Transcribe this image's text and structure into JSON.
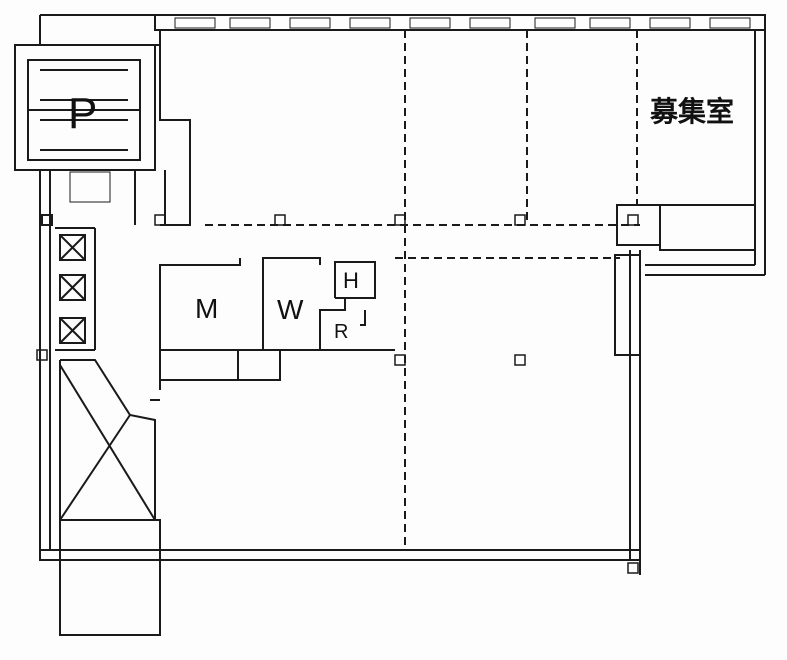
{
  "title": "Floor plan",
  "labels": {
    "parking": "P",
    "vacancy": "募集室",
    "men_restroom": "M",
    "women_restroom": "W",
    "hot_water_room": "H",
    "r_room": "R"
  },
  "colors": {
    "line": "#1a1a1a",
    "background": "#fdfdfd"
  }
}
